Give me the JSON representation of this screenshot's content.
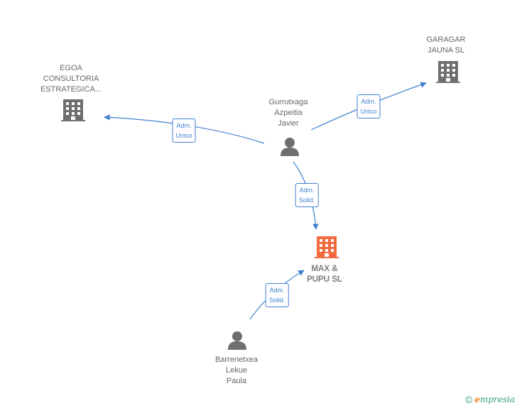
{
  "nodes": {
    "egoa": {
      "label": "EGOA\nCONSULTORIA\nESTRATEGICA...",
      "type": "company"
    },
    "garagar": {
      "label": "GARAGAR\nJAUNA  SL",
      "type": "company"
    },
    "gurrutxaga": {
      "label": "Gurrutxaga\nAzpeitia\nJavier",
      "type": "person"
    },
    "maxpupu": {
      "label": "MAX &\nPUPU  SL",
      "type": "company",
      "focus": true
    },
    "barrenetxea": {
      "label": "Barrenetxea\nLekue\nPaula",
      "type": "person"
    }
  },
  "edges": {
    "g_to_egoa": "Adm.\nUnico",
    "g_to_garagar": "Adm.\nUnico",
    "g_to_max": "Adm.\nSolid.",
    "b_to_max": "Adm.\nSolid."
  },
  "colors": {
    "edge": "#3f7fcf",
    "icon": "#6f6f6f",
    "focus_icon": "#f26a3d",
    "brand": "#2e9f6a",
    "brand_accent": "#f07c1a"
  },
  "footer": {
    "copyright": "©",
    "brand_first": "e",
    "brand_rest": "mpresia"
  }
}
